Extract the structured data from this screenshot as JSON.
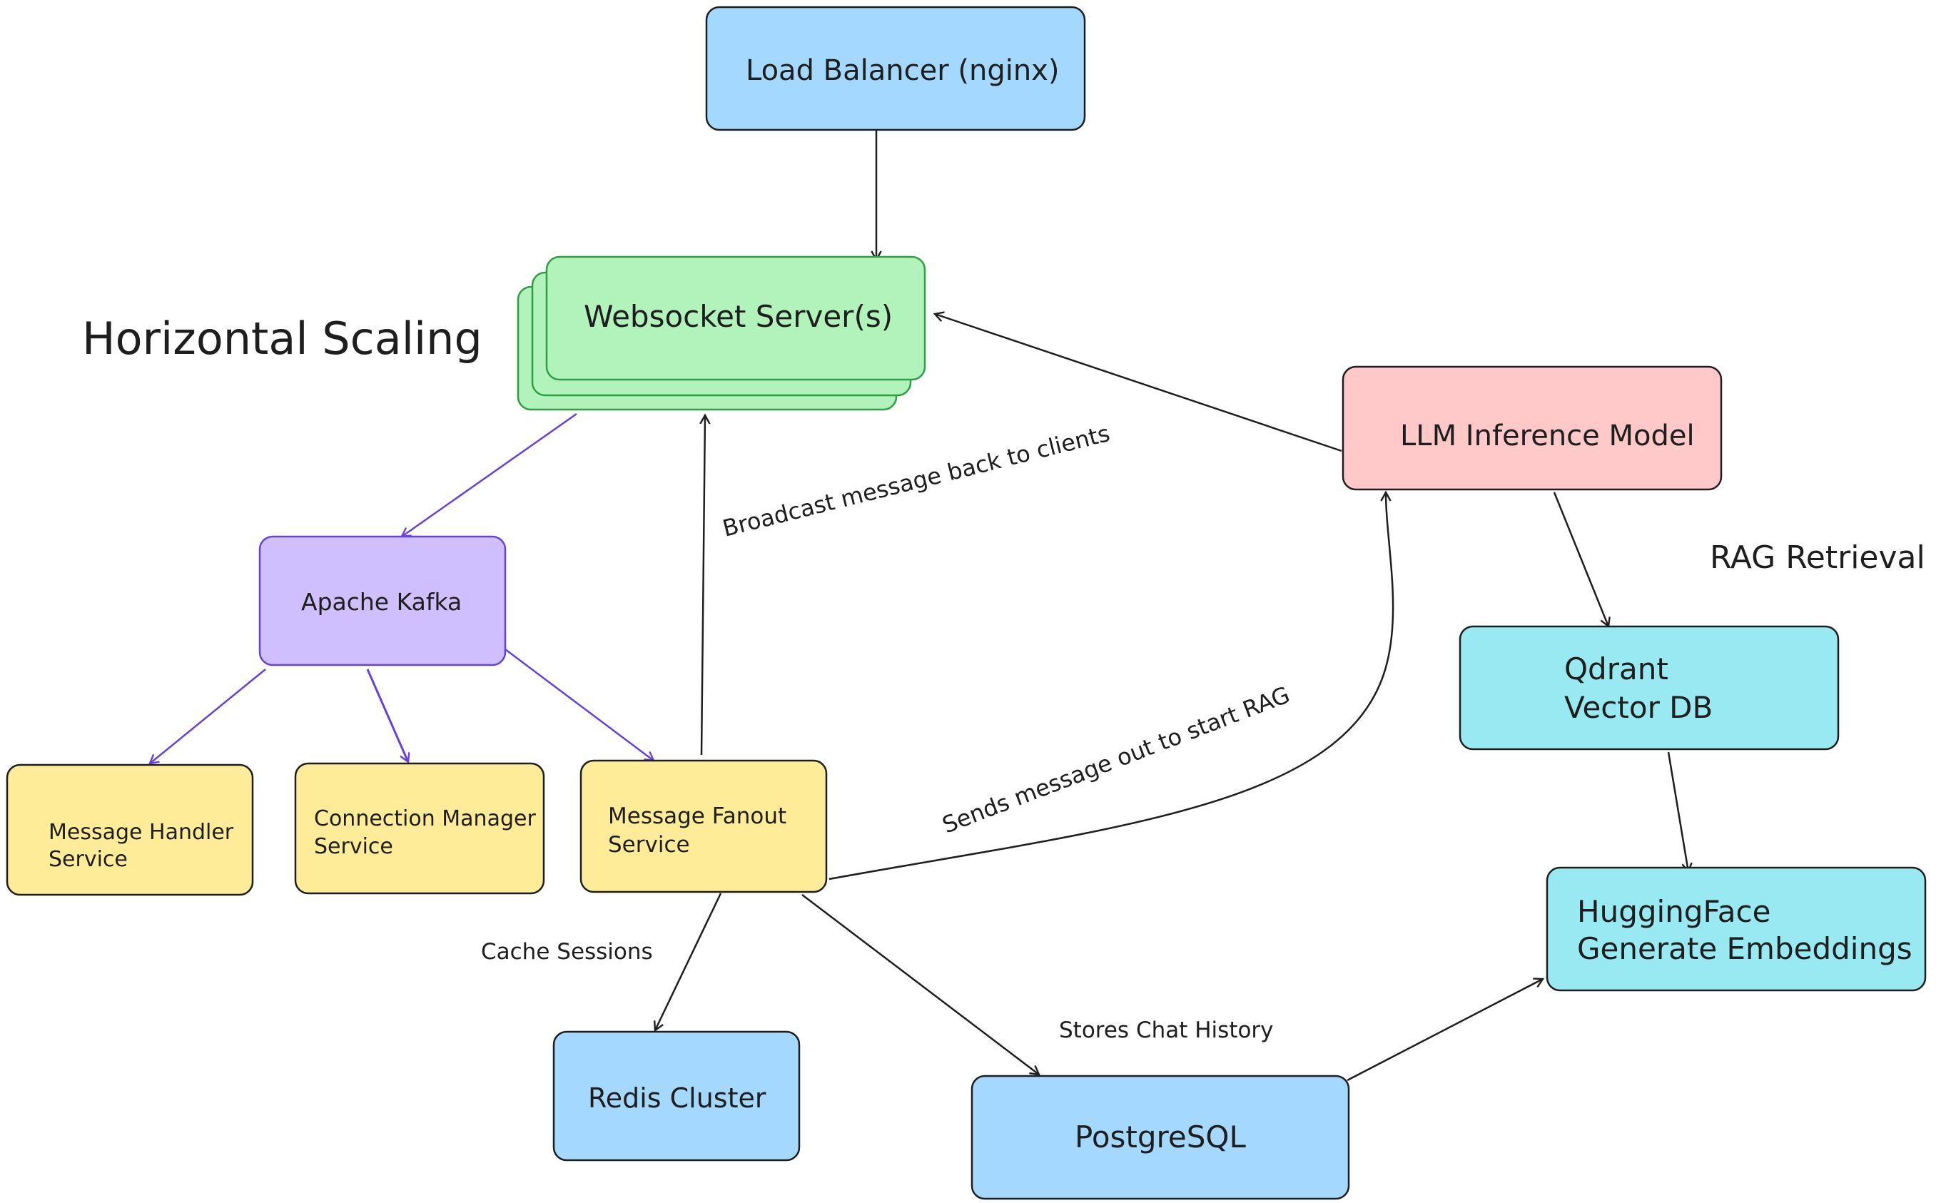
{
  "title": "",
  "colors": {
    "blue": "#a5d8ff",
    "green": "#b2f2bb",
    "green_stroke": "#2f9e44",
    "purple": "#d0bfff",
    "purple_stroke": "#6741d9",
    "yellow": "#ffec99",
    "red": "#ffc9c9",
    "cyan": "#99e9f2",
    "dark": "#1e1e1e"
  },
  "labels": {
    "horizontal_scaling": "Horizontal Scaling",
    "rag_retrieval": "RAG Retrieval"
  },
  "nodes": {
    "load_balancer": {
      "lines": [
        "Load Balancer (nginx)"
      ],
      "color": "blue"
    },
    "websocket": {
      "lines": [
        "Websocket Server(s)"
      ],
      "color": "green"
    },
    "kafka": {
      "lines": [
        "Apache Kafka"
      ],
      "color": "purple"
    },
    "message_handler": {
      "lines": [
        "Message Handler",
        "Service"
      ],
      "color": "yellow"
    },
    "connection_manager": {
      "lines": [
        "Connection Manager",
        "Service"
      ],
      "color": "yellow"
    },
    "message_fanout": {
      "lines": [
        "Message Fanout",
        "Service"
      ],
      "color": "yellow"
    },
    "llm": {
      "lines": [
        "LLM Inference Model"
      ],
      "color": "red"
    },
    "qdrant": {
      "lines": [
        "Qdrant",
        "Vector DB"
      ],
      "color": "cyan"
    },
    "huggingface": {
      "lines": [
        "HuggingFace",
        "Generate Embeddings"
      ],
      "color": "cyan"
    },
    "redis": {
      "lines": [
        "Redis Cluster"
      ],
      "color": "blue"
    },
    "postgres": {
      "lines": [
        "PostgreSQL"
      ],
      "color": "blue"
    }
  },
  "edge_labels": {
    "broadcast": "Broadcast message back to clients",
    "sends_rag": "Sends message out to start RAG",
    "cache_sessions": "Cache Sessions",
    "stores_history": "Stores Chat History"
  }
}
